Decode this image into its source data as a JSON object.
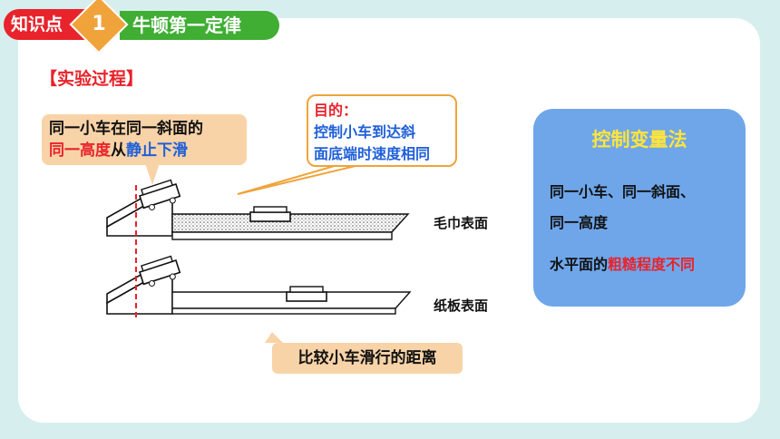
{
  "header": {
    "tag_label": "知识点",
    "tag_number": "1",
    "topic": "牛顿第一定律"
  },
  "section_title": "【实验过程】",
  "callout_left": {
    "line1": "同一小车在同一斜面的",
    "line2_red": "同一高度",
    "line2_mid": "从",
    "line2_blue": "静止下滑"
  },
  "callout_purpose": {
    "line1": "目的：",
    "line2": "控制小车到达斜",
    "line3": "面底端时速度相同"
  },
  "surface_labels": {
    "towel": "毛巾表面",
    "cardboard": "纸板表面"
  },
  "callout_bottom": "比较小车滑行的距离",
  "panel": {
    "title": "控制变量法",
    "line1": "同一小车、同一斜面、",
    "line2": "同一高度",
    "line3_prefix": "水平面的",
    "line3_red": "粗糙程度不同"
  },
  "colors": {
    "accent_red": "#e8232b",
    "accent_green": "#3fae33",
    "accent_orange": "#f0a33b",
    "panel_blue": "#6fa6ea",
    "text_blue": "#1f5fd8"
  }
}
